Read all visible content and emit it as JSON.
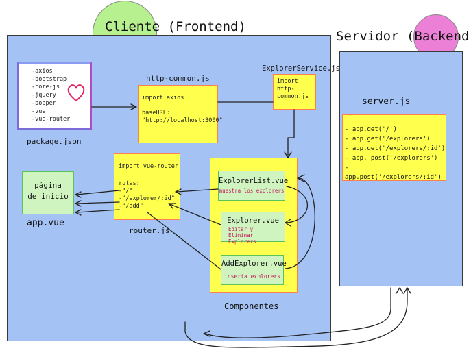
{
  "frontend": {
    "title": "Cliente (Frontend)"
  },
  "backend": {
    "title": "Servidor (Backend)"
  },
  "package": {
    "items": [
      "-axios",
      "-bootstrap",
      "-core-js",
      "-jquery",
      "-popper",
      "-vue",
      "-vue-router"
    ],
    "filename": "package.json"
  },
  "http_common": {
    "filename": "http-common.js",
    "lines": [
      "import axios",
      "",
      "baseURL:",
      "\"http://localhost:3000\""
    ]
  },
  "explorer_service": {
    "filename": "ExplorerService.js",
    "lines": [
      "import",
      "http-",
      "common.js"
    ]
  },
  "router": {
    "filename": "router.js",
    "header": "import vue-router",
    "routes_label": "rutas:",
    "routes": [
      "-\"/\"",
      "-\"/explorer/:id\"",
      "-\"/add\""
    ]
  },
  "app": {
    "title_line1": "página",
    "title_line2": "de inicio",
    "filename": "app.vue"
  },
  "components": {
    "label": "Componentes",
    "items": [
      {
        "name": "ExplorerList.vue",
        "desc": "muestra los explorers"
      },
      {
        "name": "Explorer.vue",
        "desc": "Editar y Eliminar Explorers"
      },
      {
        "name": "AddExplorer.vue",
        "desc": "inserta explorers"
      }
    ]
  },
  "server": {
    "filename": "server.js",
    "routes": [
      "- app.get('/')",
      "- app.get('/explorers')",
      "- app.get('/explorers/:id')",
      "- app. post('/explorers')",
      "- app.post('/explorers/:id')"
    ]
  },
  "colors": {
    "panel_blue": "#a4c2f4",
    "note_yellow": "#ffff4d",
    "component_green": "#d0f4c0",
    "frontend_circle": "#b7f08f",
    "backend_circle": "#ec7fd6",
    "heart": "#e0245e"
  }
}
